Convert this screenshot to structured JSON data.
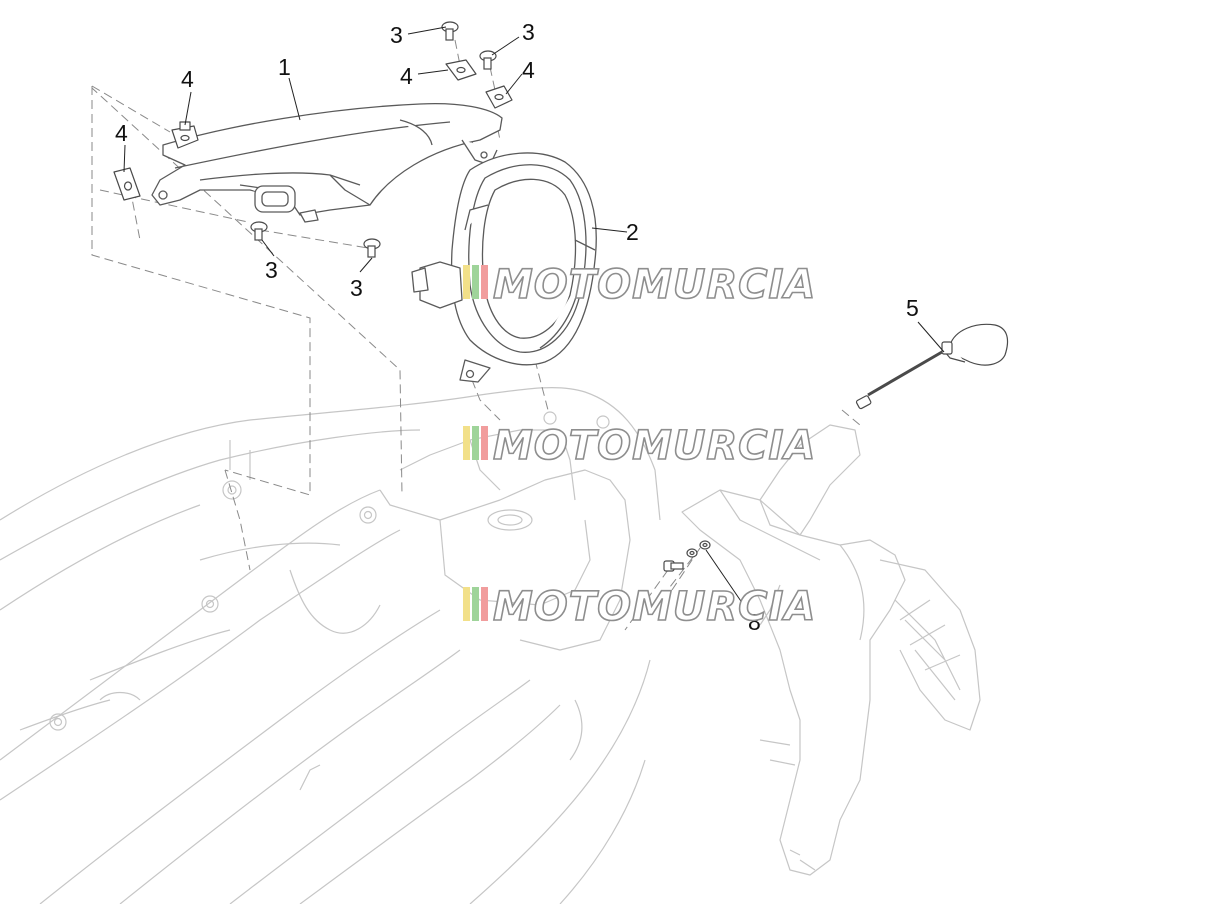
{
  "diagram": {
    "callouts": [
      {
        "id": "c1a",
        "label": "1"
      },
      {
        "id": "c2a",
        "label": "2"
      },
      {
        "id": "c3a",
        "label": "3"
      },
      {
        "id": "c3b",
        "label": "3"
      },
      {
        "id": "c3c",
        "label": "3"
      },
      {
        "id": "c3d",
        "label": "3"
      },
      {
        "id": "c4a",
        "label": "4"
      },
      {
        "id": "c4b",
        "label": "4"
      },
      {
        "id": "c4c",
        "label": "4"
      },
      {
        "id": "c4d",
        "label": "4"
      },
      {
        "id": "c5a",
        "label": "5"
      },
      {
        "id": "c8a",
        "label": "8"
      }
    ],
    "watermark": {
      "text": "MOTOMURCIA",
      "stripe_colors": [
        "#f2e089",
        "#9fd49a",
        "#f19d9d"
      ]
    }
  },
  "colors": {
    "ink": "#111111",
    "part_line": "#5a5a5a",
    "frame_line": "#c6c6c6",
    "dashed": "#8a8a8a"
  }
}
